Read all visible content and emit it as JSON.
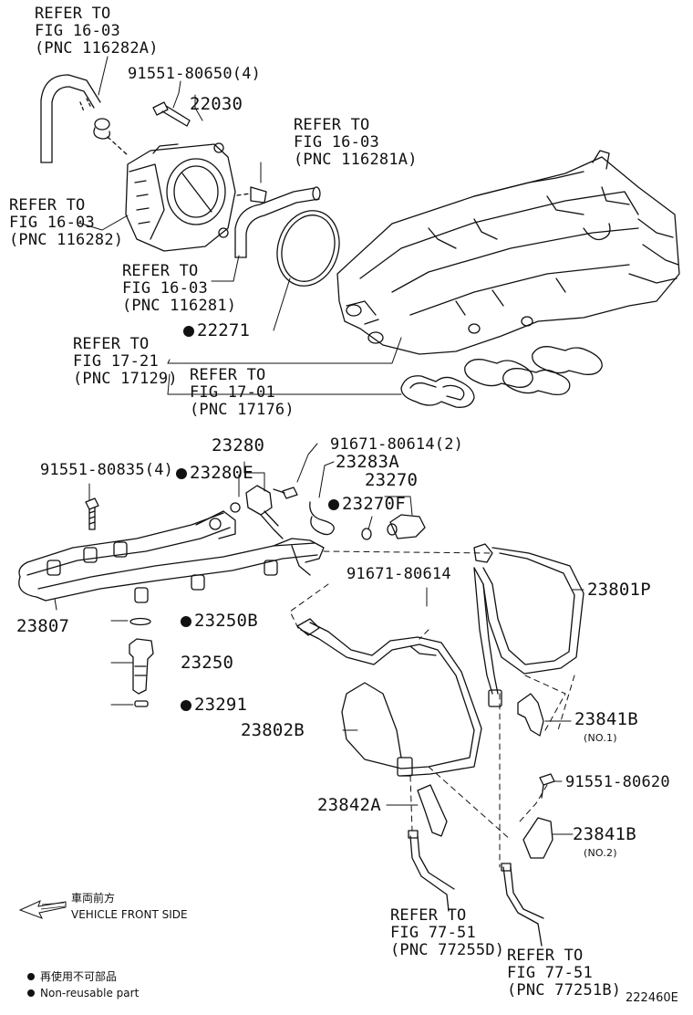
{
  "labels": {
    "ref_fig_16_03_a": [
      "REFER TO",
      "FIG 16-03",
      "(PNC 116282A)"
    ],
    "bolt_91551_80650": "91551-80650(4)",
    "part_22030": "22030",
    "ref_fig_16_03_b": [
      "REFER TO",
      "FIG 16-03",
      "(PNC 116281A)"
    ],
    "ref_fig_16_03_c": [
      "REFER TO",
      "FIG 16-03",
      "(PNC 116282)"
    ],
    "ref_fig_16_03_d": [
      "REFER TO",
      "FIG 16-03",
      "(PNC 116281)"
    ],
    "part_22271": "22271",
    "ref_fig_17_21": [
      "REFER TO",
      "FIG 17-21",
      "(PNC 17129)"
    ],
    "ref_fig_17_01": [
      "REFER TO",
      "FIG 17-01",
      "(PNC 17176)"
    ],
    "part_23280": "23280",
    "part_23280e": "23280E",
    "bolt_91551_80835": "91551-80835(4)",
    "bolt_91671_80614_2": "91671-80614(2)",
    "part_23283a": "23283A",
    "part_23270": "23270",
    "part_23270f": "23270F",
    "part_23807": "23807",
    "bolt_91671_80614": "91671-80614",
    "part_23801p": "23801P",
    "part_23250b": "23250B",
    "part_23250": "23250",
    "part_23291": "23291",
    "part_23802b": "23802B",
    "part_23841b_1": "23841B",
    "note_no1": "(NO.1)",
    "bolt_91551_80620": "91551-80620",
    "part_23842a": "23842A",
    "part_23841b_2": "23841B",
    "note_no2": "(NO.2)",
    "ref_fig_77_51_d": [
      "REFER TO",
      "FIG 77-51",
      "(PNC 77255D)"
    ],
    "ref_fig_77_51_b": [
      "REFER TO",
      "FIG 77-51",
      "(PNC 77251B)"
    ],
    "front_jp": "車両前方",
    "front_en": "VEHICLE FRONT SIDE",
    "legend_jp": "再使用不可部品",
    "legend_en": "Non-reusable part",
    "figure_id": "222460E"
  },
  "colors": {
    "ink": "#111111",
    "paper": "#ffffff"
  },
  "icons": {
    "non_reusable": "filled-dot-icon",
    "front": "front-arrow-icon"
  }
}
